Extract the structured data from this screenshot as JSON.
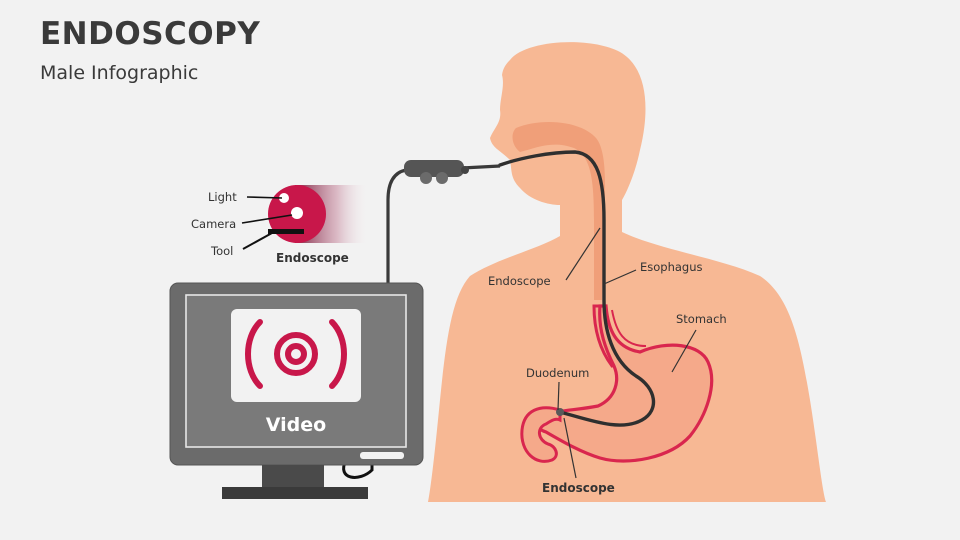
{
  "header": {
    "title": "ENDOSCOPY",
    "subtitle": "Male Infographic"
  },
  "probe_tip": {
    "labels": [
      "Light",
      "Camera",
      "Tool"
    ],
    "caption": "Endoscope"
  },
  "monitor": {
    "screen_label": "Video",
    "icon": "broadcast-signal-icon"
  },
  "anatomy": {
    "labels": {
      "endoscope_upper": "Endoscope",
      "esophagus": "Esophagus",
      "stomach": "Stomach",
      "duodenum": "Duodenum",
      "endoscope_lower": "Endoscope"
    }
  },
  "colors": {
    "skin": "#f7b894",
    "throat": "#f09f79",
    "organ_outline": "#d9264e",
    "organ_fill": "#f5a98a",
    "accent": "#c8174a",
    "monitor_frame": "#6b6b6b",
    "monitor_screen": "#7a7a7a"
  }
}
